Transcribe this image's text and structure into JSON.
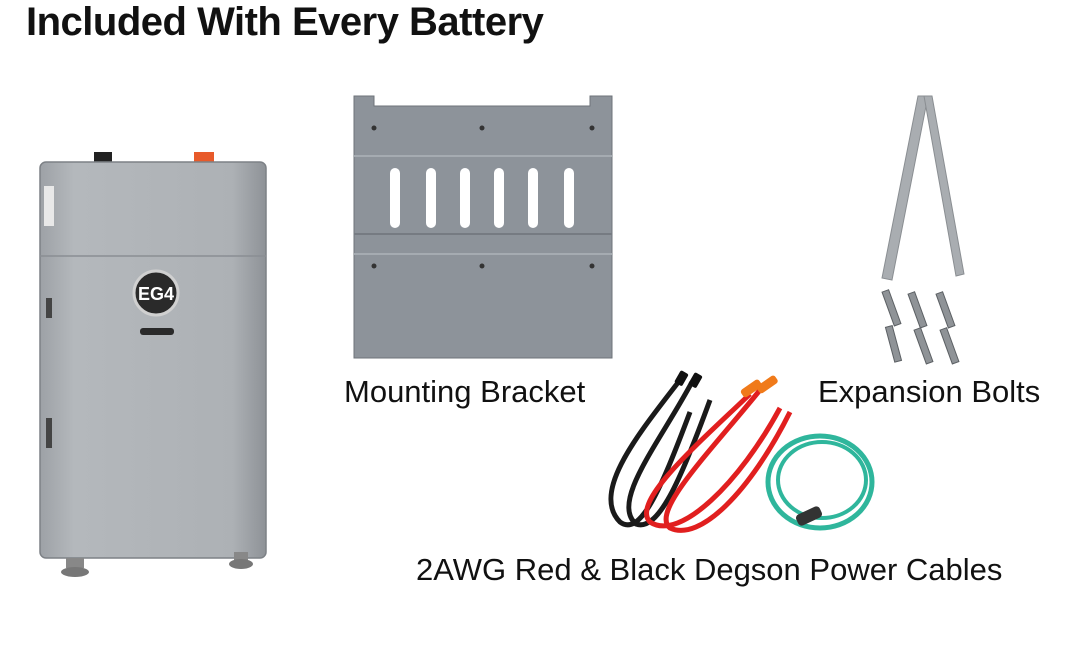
{
  "heading": "Included With Every Battery",
  "battery": {
    "logo_text": "EG4",
    "body_color": "#a9adb2",
    "accent_terminal_color": "#e85a2a"
  },
  "items": [
    {
      "id": "bracket",
      "label": "Mounting Bracket"
    },
    {
      "id": "bolts",
      "label": "Expansion Bolts"
    },
    {
      "id": "cables",
      "label": "2AWG Red & Black Degson Power Cables"
    }
  ],
  "colors": {
    "bracket": "#8a9097",
    "cable_red": "#e11f1f",
    "cable_black": "#1a1a1a",
    "cable_teal": "#2fb69c",
    "connector_orange": "#f07a1a"
  }
}
